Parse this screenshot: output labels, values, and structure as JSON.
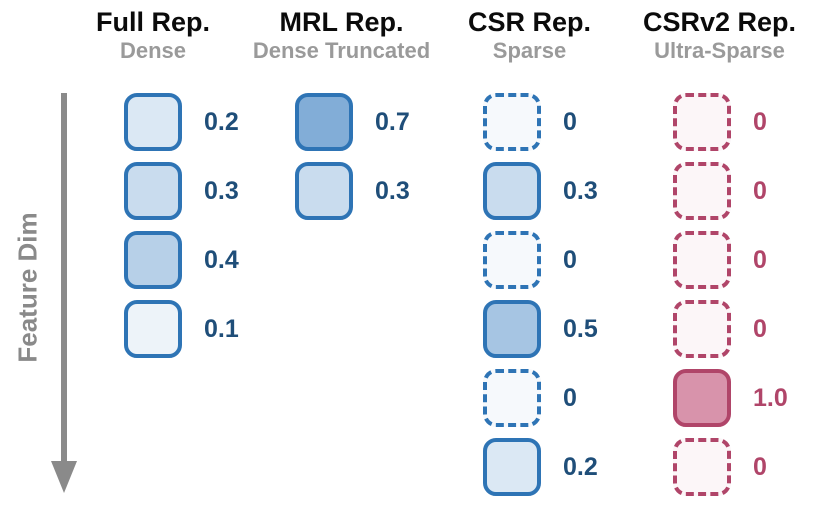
{
  "figure": {
    "axis_label": "Feature Dim",
    "columns": [
      {
        "id": "full-rep",
        "title": "Full Rep.",
        "subtitle": "Dense",
        "theme": "blue",
        "cells": [
          {
            "label": "0.2",
            "value": 0.2
          },
          {
            "label": "0.3",
            "value": 0.3
          },
          {
            "label": "0.4",
            "value": 0.4
          },
          {
            "label": "0.1",
            "value": 0.1
          }
        ]
      },
      {
        "id": "mrl-rep",
        "title": "MRL Rep.",
        "subtitle": "Dense Truncated",
        "theme": "blue",
        "cells": [
          {
            "label": "0.7",
            "value": 0.7
          },
          {
            "label": "0.3",
            "value": 0.3
          }
        ]
      },
      {
        "id": "csr-rep",
        "title": "CSR Rep.",
        "subtitle": "Sparse",
        "theme": "blue",
        "cells": [
          {
            "label": "0",
            "value": 0
          },
          {
            "label": "0.3",
            "value": 0.3
          },
          {
            "label": "0",
            "value": 0
          },
          {
            "label": "0.5",
            "value": 0.5
          },
          {
            "label": "0",
            "value": 0
          },
          {
            "label": "0.2",
            "value": 0.2
          }
        ]
      },
      {
        "id": "csrv2-rep",
        "title": "CSRv2 Rep.",
        "subtitle": "Ultra-Sparse",
        "theme": "pink",
        "cells": [
          {
            "label": "0",
            "value": 0
          },
          {
            "label": "0",
            "value": 0
          },
          {
            "label": "0",
            "value": 0
          },
          {
            "label": "0",
            "value": 0
          },
          {
            "label": "1.0",
            "value": 1.0
          },
          {
            "label": "0",
            "value": 0
          }
        ]
      }
    ]
  },
  "colors": {
    "blue": {
      "border": "#2e74b5",
      "text": "#1f4e79",
      "base": "#4c8ac6",
      "zero_tint": 0.05
    },
    "pink": {
      "border": "#b04569",
      "text": "#b04569",
      "base": "#d893ab",
      "zero_tint": 0.08
    },
    "title": "#0b0b0b",
    "subtitle": "#9a9a9a",
    "axis_gray": "#8a8a8a"
  }
}
